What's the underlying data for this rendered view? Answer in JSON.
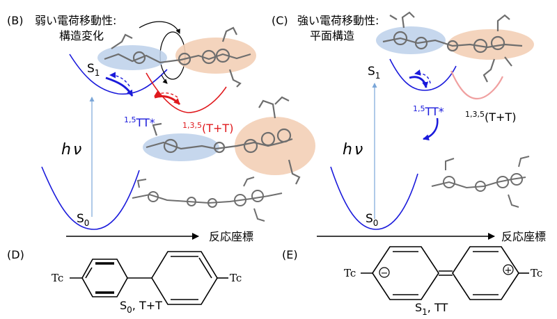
{
  "panelB": {
    "label": "(B)",
    "title_line1": "弱い電荷移動性:",
    "title_line2": "構造変化",
    "s1_base": "S",
    "s1_sub": "1",
    "s0_base": "S",
    "s0_sub": "0",
    "hv_h": "h",
    "hv_nu": "ν",
    "tt_sup": "1,5",
    "tt_main": "TT*",
    "tpt_sup": "1,3,5",
    "tpt_main": "(T+T)",
    "x_axis": "反応座標"
  },
  "panelC": {
    "label": "(C)",
    "title_line1": "強い電荷移動性:",
    "title_line2": "平面構造",
    "s1_base": "S",
    "s1_sub": "1",
    "s0_base": "S",
    "s0_sub": "0",
    "hv_h": "h",
    "hv_nu": "ν",
    "tt_sup": "1,5",
    "tt_main": "TT*",
    "tpt_sup": "1,3,5",
    "tpt_main": "(T+T)",
    "x_axis": "反応座標"
  },
  "panelD": {
    "label": "(D)",
    "tc_left": "Tc",
    "tc_right": "Tc",
    "caption_base": "S",
    "caption_sub": "0",
    "caption_rest": ", T+T"
  },
  "panelE": {
    "label": "(E)",
    "tc_left": "Tc",
    "tc_right": "Tc",
    "minus": "−",
    "plus": "+",
    "caption_base": "S",
    "caption_sub": "1",
    "caption_rest": ", TT"
  },
  "colors": {
    "blue": "#1a1adb",
    "red": "#e0191d",
    "pink": "#f0a0a0",
    "light_blue_arrow": "#7aa6d8",
    "blue_ellipse": "#bcd0ea",
    "orange_ellipse": "#f3cfb6",
    "molecule_gray": "#6e6e6e"
  }
}
